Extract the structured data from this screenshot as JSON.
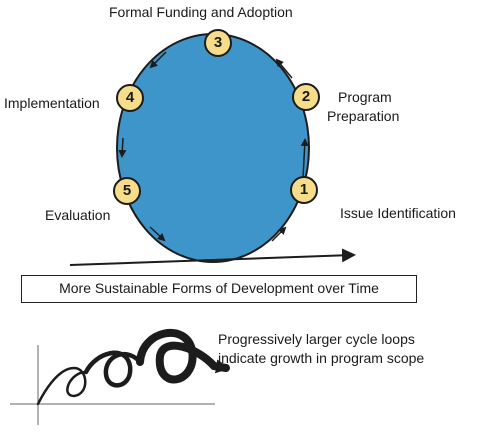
{
  "colors": {
    "cycle_fill": "#3e95c9",
    "stage_marker_fill": "#f7dd8a",
    "outline": "#1c1c1c"
  },
  "cycle": {
    "stages": [
      {
        "number": "1",
        "label": "Issue Identification"
      },
      {
        "number": "2",
        "label_lines": [
          "Program",
          "Preparation"
        ]
      },
      {
        "number": "3",
        "label": "Formal Funding and Adoption"
      },
      {
        "number": "4",
        "label": "Implementation"
      },
      {
        "number": "5",
        "label": "Evaluation"
      }
    ]
  },
  "timeline_banner": "More Sustainable Forms of Development over Time",
  "growth_note": {
    "lines": [
      "Progressively larger cycle loops",
      "indicate growth in program scope"
    ],
    "icon": "growing-spiral-loops-icon"
  }
}
